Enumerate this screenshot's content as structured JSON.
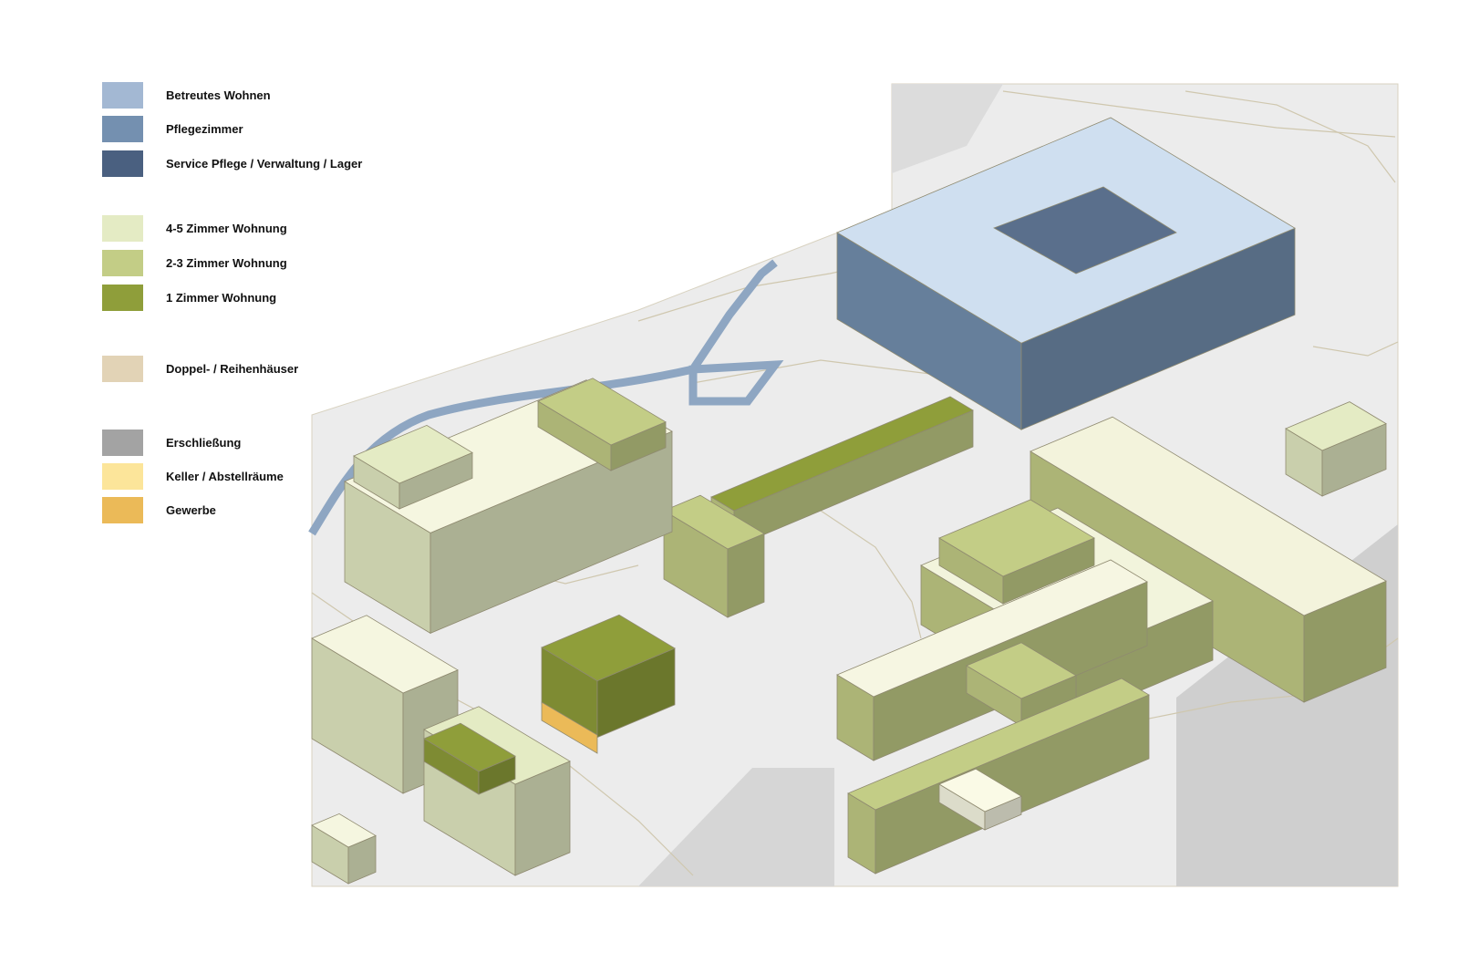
{
  "legend": [
    {
      "label": "Betreutes Wohnen",
      "color": "#a3b8d3"
    },
    {
      "label": "Pflegezimmer",
      "color": "#7490b0"
    },
    {
      "label": "Service Pflege / Verwaltung /  Lager",
      "color": "#4a6080"
    },
    {
      "label": "4-5 Zimmer Wohnung",
      "color": "#e4ebc4"
    },
    {
      "label": "2-3 Zimmer Wohnung",
      "color": "#c3cd86"
    },
    {
      "label": "1 Zimmer Wohnung",
      "color": "#8f9e3a"
    },
    {
      "label": "Doppel- / Reihenhäuser",
      "color": "#e2d3b6"
    },
    {
      "label": "Erschließung",
      "color": "#a3a3a3"
    },
    {
      "label": "Keller / Abstellräume",
      "color": "#fce59a"
    },
    {
      "label": "Gewerbe",
      "color": "#ebba58"
    }
  ]
}
